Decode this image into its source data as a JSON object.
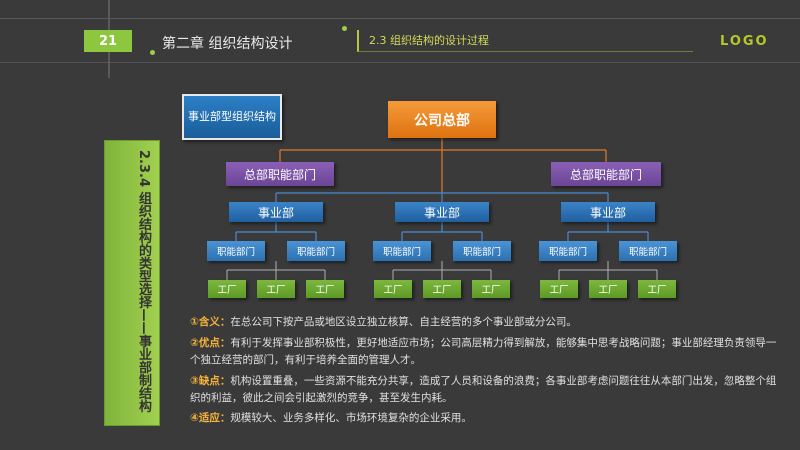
{
  "header": {
    "page_number": "21",
    "chapter_title": "第二章  组织结构设计",
    "section_title": "2.3 组织结构的设计过程",
    "logo_text": "LOGO"
  },
  "side_panel": {
    "text": "2.3.4 组织结构的类型选择——事业部制结构"
  },
  "org_chart": {
    "type_label": "事业部型组织结构",
    "hq": "公司总部",
    "functional_left": "总部职能部门",
    "functional_right": "总部职能部门",
    "divisions": [
      "事业部",
      "事业部",
      "事业部"
    ],
    "departments": [
      "职能部门",
      "职能部门",
      "职能部门",
      "职能部门",
      "职能部门",
      "职能部门"
    ],
    "factories": [
      "工厂",
      "工厂",
      "工厂",
      "工厂",
      "工厂",
      "工厂",
      "工厂",
      "工厂",
      "工厂"
    ]
  },
  "description": {
    "p1_key": "①含义：",
    "p1_text": "在总公司下按产品或地区设立独立核算、自主经营的多个事业部或分公司。",
    "p2_key": "②优点：",
    "p2_text": "有利于发挥事业部积极性，更好地适应市场；公司高层精力得到解放，能够集中思考战略问题；事业部经理负责领导一个独立经营的部门，有利于培养全面的管理人才。",
    "p3_key": "③缺点：",
    "p3_text": "机构设置重叠，一些资源不能充分共享，造成了人员和设备的浪费；各事业部考虑问题往往从本部门出发，忽略整个组织的利益，彼此之间会引起激烈的竞争，甚至发生内耗。",
    "p4_key": "④适应：",
    "p4_text": "规模较大、业务多样化、市场环境复杂的企业采用。"
  },
  "colors": {
    "background": "#3a3a3a",
    "accent_green": "#8dc63f",
    "hq_orange": "#f08a24",
    "functional_purple": "#7b52a8",
    "division_blue": "#2a72b8",
    "factory_green": "#6aaa30"
  }
}
